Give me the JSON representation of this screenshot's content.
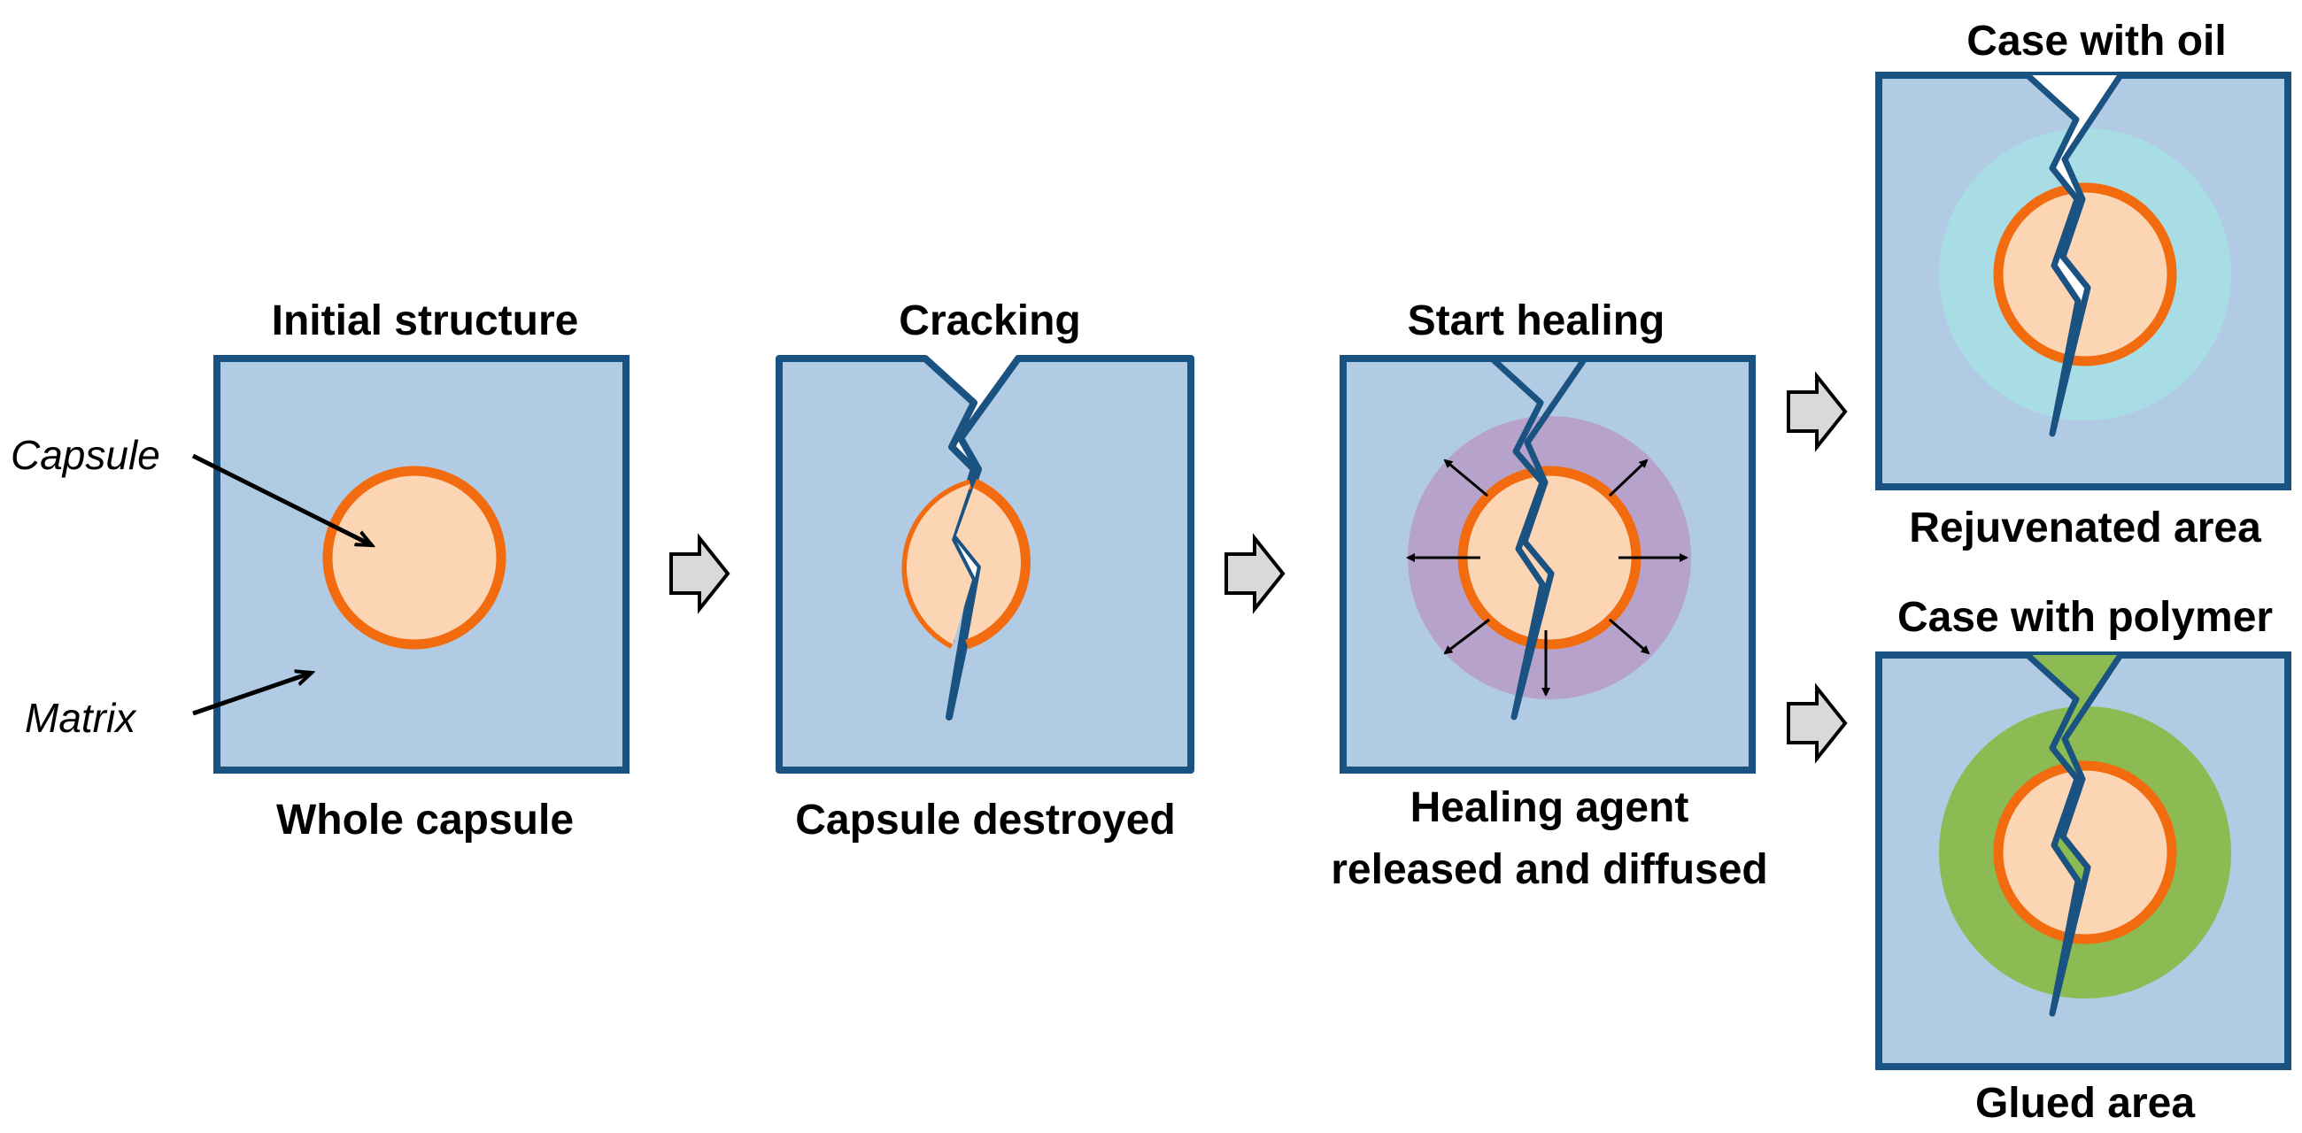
{
  "colors": {
    "matrix_fill": "#b0cbe3",
    "outline": "#1a5282",
    "capsule_fill": "#fcd5b5",
    "capsule_ring": "#f26b0f",
    "diffusion_zone": "#b6a2cb",
    "oil_zone": "#a9dde6",
    "polymer_zone": "#8bbb52",
    "step_arrow_fill": "#d9d9d9",
    "step_arrow_stroke": "#000000"
  },
  "callouts": {
    "capsule": "Capsule",
    "matrix": "Matrix"
  },
  "stages": [
    {
      "id": "initial",
      "title": "Initial structure",
      "caption": [
        "Whole capsule"
      ]
    },
    {
      "id": "cracking",
      "title": "Cracking",
      "caption": [
        "Capsule destroyed"
      ]
    },
    {
      "id": "healing",
      "title": "Start healing",
      "caption": [
        "Healing agent",
        "released and diffused"
      ]
    },
    {
      "id": "oil",
      "title": "Case with oil",
      "caption": [
        "Rejuvenated area"
      ]
    },
    {
      "id": "polymer",
      "title": "Case with polymer",
      "caption": [
        "Glued area"
      ]
    }
  ]
}
